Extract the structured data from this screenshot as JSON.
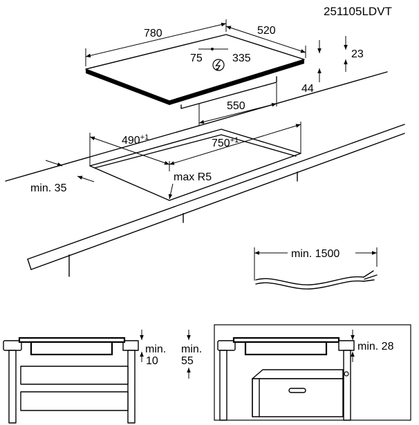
{
  "code": "251105LDVT",
  "hob": {
    "width": "780",
    "depth": "520",
    "offset_a": "75",
    "offset_b": "335",
    "glass_thickness": "23",
    "body_height": "44",
    "body_width": "550"
  },
  "cutout": {
    "depth": "490",
    "depth_tolerance": "+1",
    "width": "750",
    "width_tolerance": "+1",
    "min_edge_distance": "min. 35",
    "corner_radius": "max R5"
  },
  "cable": {
    "min_length": "min. 1500"
  },
  "section_left": {
    "gap_a_label": "min.",
    "gap_a_value": "10",
    "gap_b_label": "min.",
    "gap_b_value": "55"
  },
  "section_right": {
    "gap_label": "min. 28"
  },
  "icons": {
    "power": "power-supply-icon"
  }
}
